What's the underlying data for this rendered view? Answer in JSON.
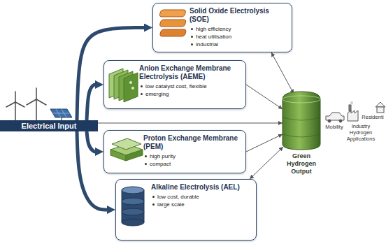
{
  "diagram": {
    "nodes": [
      {
        "text": [
          "Electrical Input"
        ]
      },
      {
        "text": [
          "Solid Oxide Electrolysis (SOE)",
          "high efficiency",
          "heat utilisation",
          "industrial"
        ]
      },
      {
        "text": [
          "Anion Exchange Membrane Electrolysis (AEME)",
          "low catalyst cost, flexible",
          "emerging"
        ]
      },
      {
        "text": [
          "Proton Exchange Membrane (PEM)",
          "high purity",
          "compact"
        ]
      },
      {
        "text": [
          "Alkaline Electrolysis (AEL)",
          "low cost, durable",
          "large scale"
        ]
      },
      {
        "text": [
          "Green Hydrogen Output"
        ]
      }
    ],
    "edges": [
      {
        "from": 0,
        "to": 1,
        "arrow": "to"
      },
      {
        "from": 0,
        "to": 2,
        "arrow": "to"
      },
      {
        "from": 0,
        "to": 3,
        "arrow": "to"
      },
      {
        "from": 0,
        "to": 4,
        "arrow": "to"
      },
      {
        "from": 0,
        "to": 5,
        "arrow": "to"
      },
      {
        "from": 1,
        "to": 5,
        "arrow": "both"
      },
      {
        "from": 2,
        "to": 5,
        "arrow": "to"
      },
      {
        "from": 3,
        "to": 5,
        "arrow": "to"
      },
      {
        "from": 4,
        "to": 5,
        "arrow": "both"
      }
    ],
    "labels": [
      "Mobility",
      "Industry Hydrogen Applications",
      "Residenti"
    ]
  }
}
